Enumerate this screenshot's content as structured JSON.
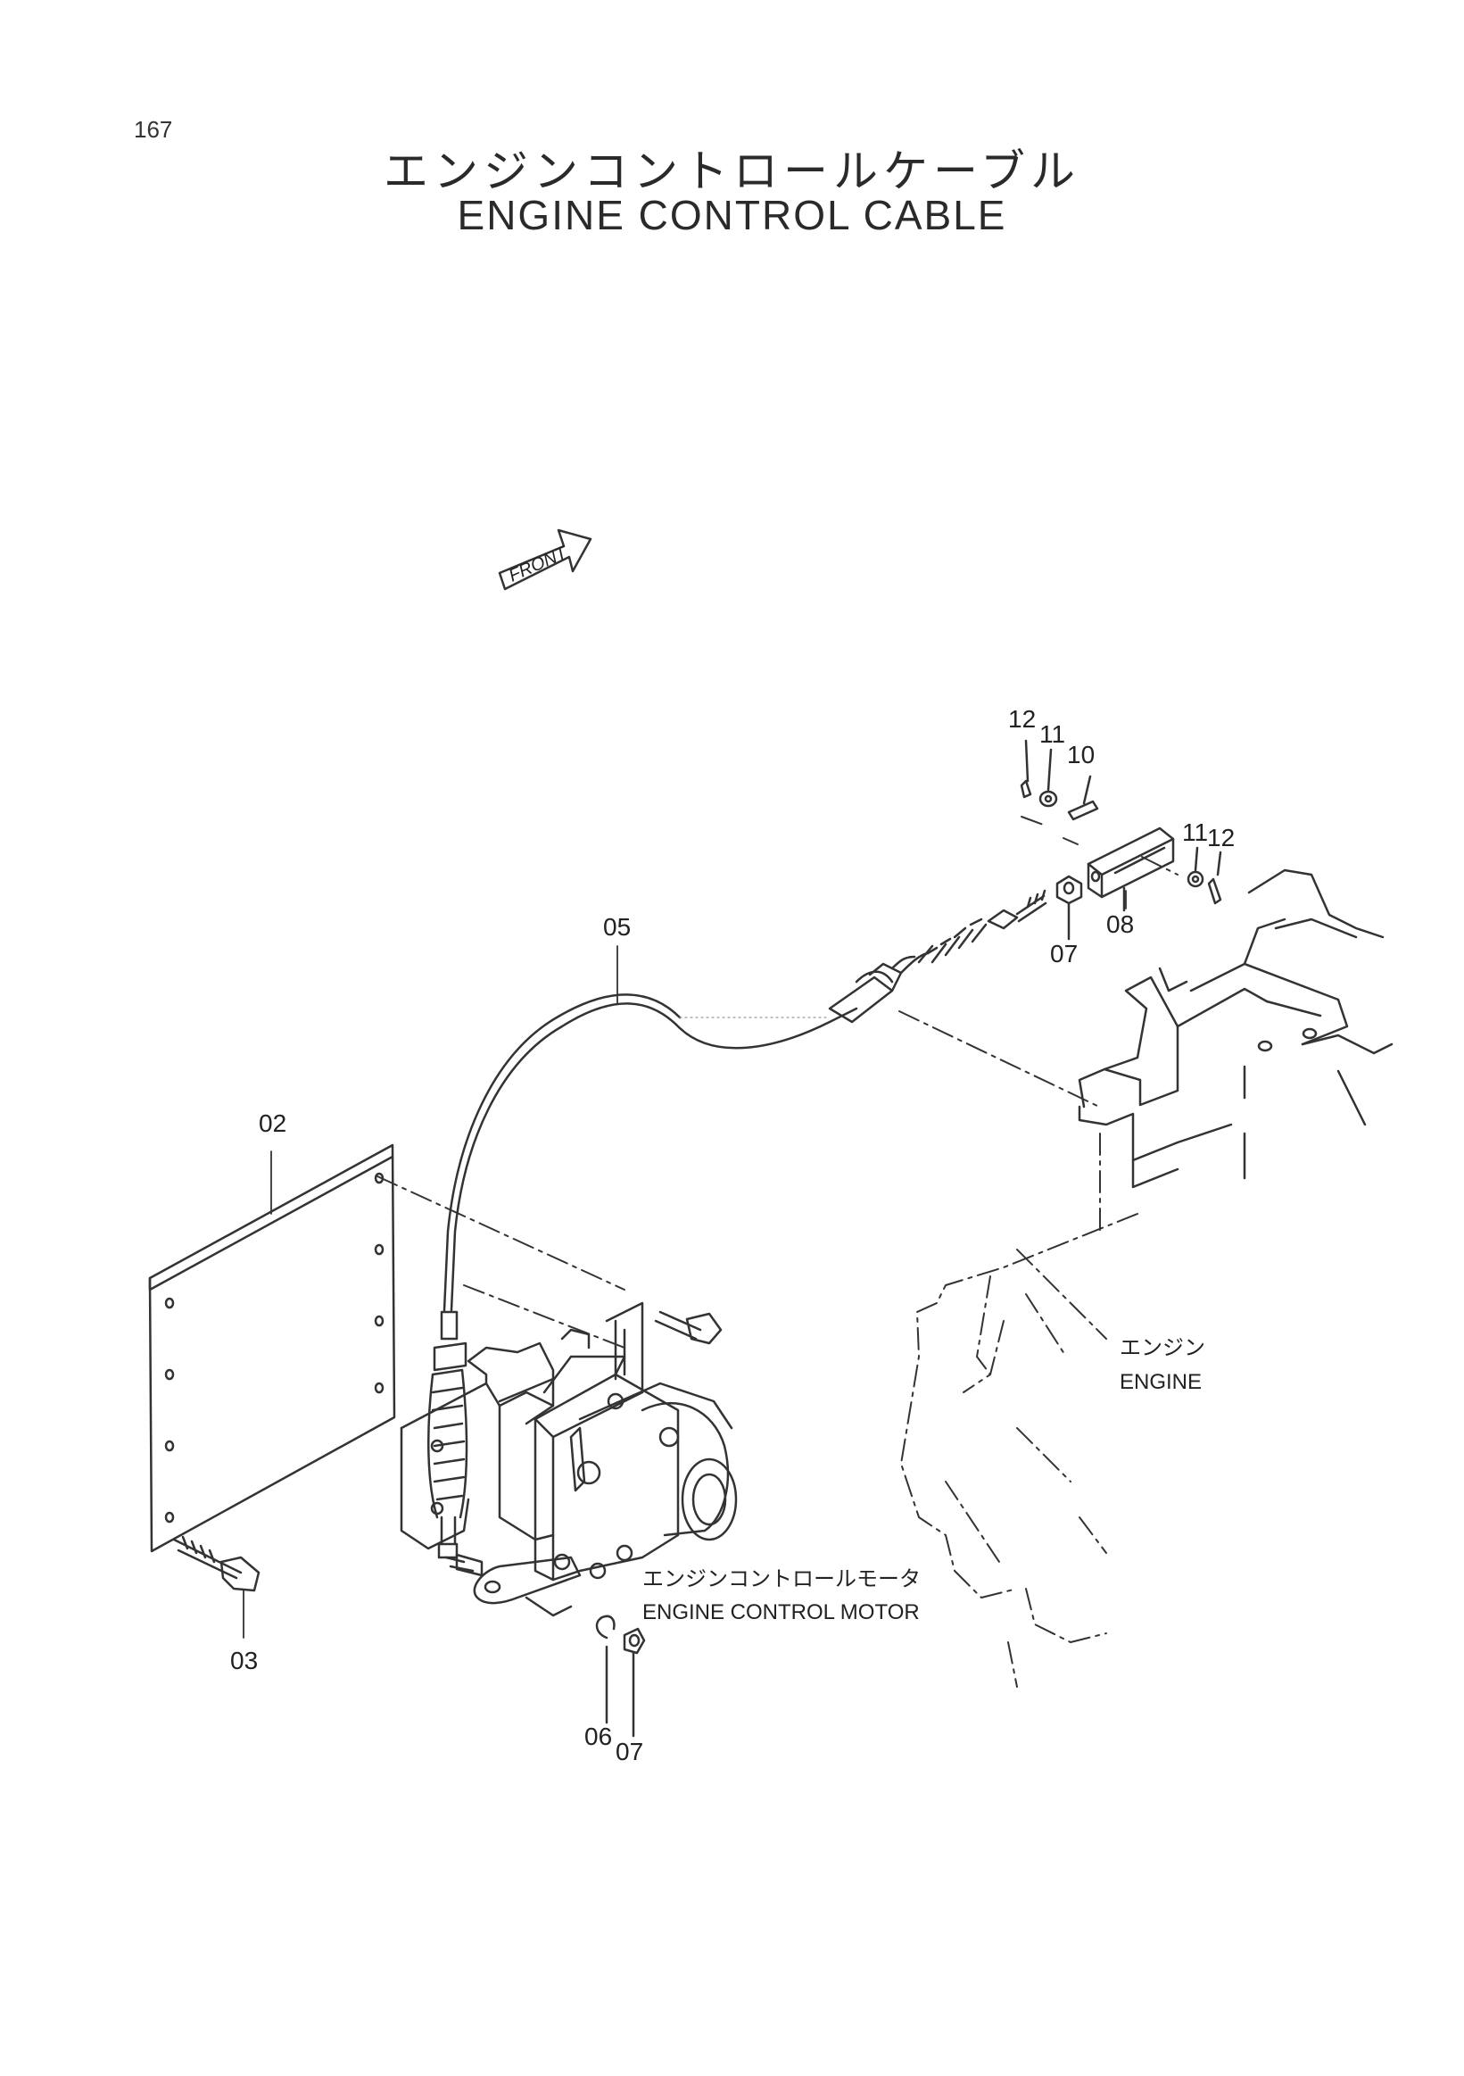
{
  "page_number": "167",
  "title_jp": "エンジンコントロールケーブル",
  "title_en": "ENGINE CONTROL CABLE",
  "front_label": "FRONT",
  "callouts": {
    "c02": "02",
    "c03": "03",
    "c05": "05",
    "c06": "06",
    "c07a": "07",
    "c07b": "07",
    "c08": "08",
    "c10": "10",
    "c11a": "11",
    "c11b": "11",
    "c12a": "12",
    "c12b": "12"
  },
  "labels": {
    "engine_jp": "エンジン",
    "engine_en": "ENGINE",
    "motor_jp": "エンジンコントロールモータ",
    "motor_en": "ENGINE CONTROL MOTOR"
  }
}
